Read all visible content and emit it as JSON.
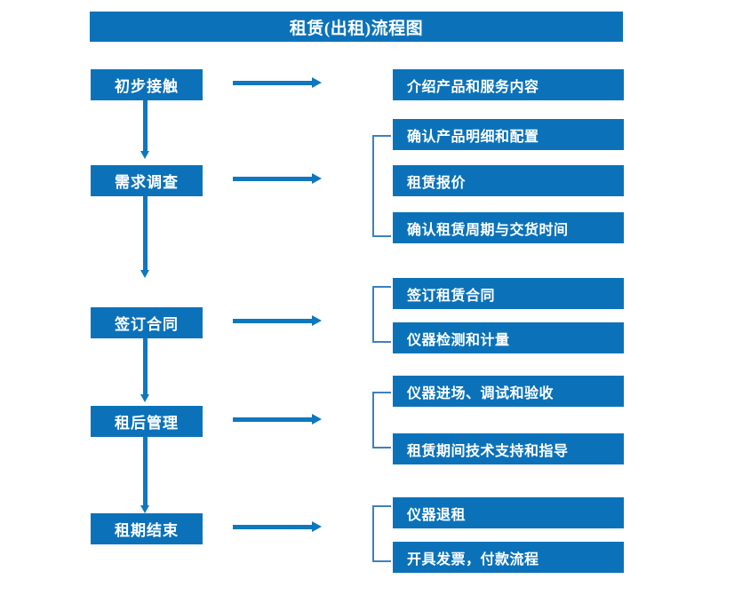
{
  "diagram": {
    "title": "租赁(出租)流程图",
    "colors": {
      "box_fill": "#0b72ba",
      "box_text": "#ffffff",
      "arrow": "#0f77bd",
      "bracket": "#3d80bf",
      "background": "#ffffff"
    },
    "stages": [
      {
        "id": "stage-1",
        "label": "初步接触",
        "details": [
          "介绍产品和服务内容"
        ],
        "has_bracket": false
      },
      {
        "id": "stage-2",
        "label": "需求调查",
        "details": [
          "确认产品明细和配置",
          "租赁报价",
          "确认租赁周期与交货时间"
        ],
        "has_bracket": true
      },
      {
        "id": "stage-3",
        "label": "签订合同",
        "details": [
          "签订租赁合同",
          "仪器检测和计量"
        ],
        "has_bracket": true
      },
      {
        "id": "stage-4",
        "label": "租后管理",
        "details": [
          "仪器进场、调试和验收",
          "租赁期间技术支持和指导"
        ],
        "has_bracket": true
      },
      {
        "id": "stage-5",
        "label": "租期结束",
        "details": [
          "仪器退租",
          "开具发票，付款流程"
        ],
        "has_bracket": true
      }
    ]
  }
}
